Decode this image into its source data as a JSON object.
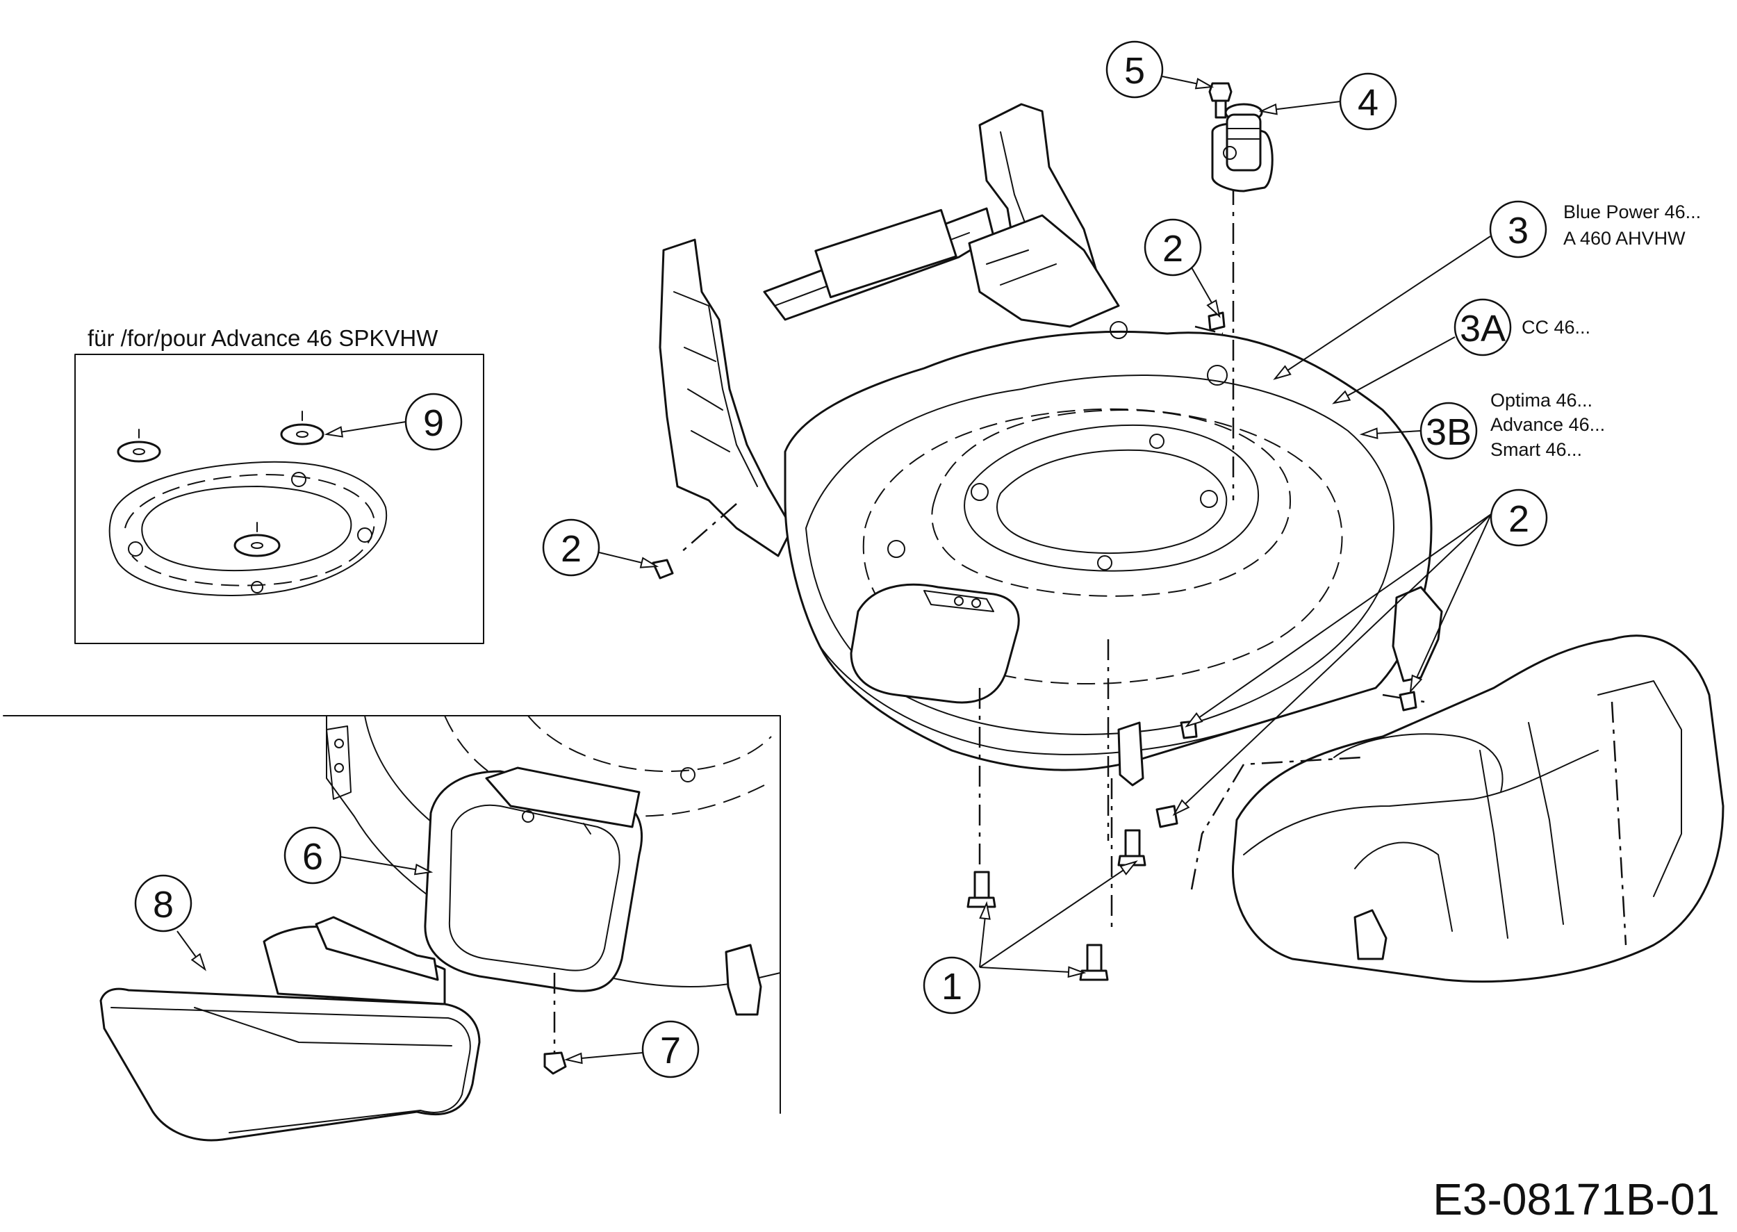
{
  "diagram": {
    "drawing_code": "E3-08171B-01",
    "inset_box": {
      "title": "für /for/pour Advance 46 SPKVHW"
    },
    "callouts": [
      {
        "id": "c1",
        "label": "1"
      },
      {
        "id": "c2a",
        "label": "2"
      },
      {
        "id": "c2b",
        "label": "2"
      },
      {
        "id": "c2c",
        "label": "2"
      },
      {
        "id": "c3",
        "label": "3"
      },
      {
        "id": "c3a",
        "label": "3A"
      },
      {
        "id": "c3b",
        "label": "3B"
      },
      {
        "id": "c4",
        "label": "4"
      },
      {
        "id": "c5",
        "label": "5"
      },
      {
        "id": "c6",
        "label": "6"
      },
      {
        "id": "c7",
        "label": "7"
      },
      {
        "id": "c8",
        "label": "8"
      },
      {
        "id": "c9",
        "label": "9"
      }
    ],
    "model_notes": {
      "c3": [
        "Blue Power 46...",
        "A 460 AHVHW"
      ],
      "c3a": [
        "CC 46..."
      ],
      "c3b": [
        "Optima 46...",
        "Advance 46...",
        "Smart 46..."
      ]
    },
    "arrowheads": {
      "c1": 3,
      "c2a": 1,
      "c2b": 1,
      "c2c": 3,
      "c3": 1,
      "c3a": 1,
      "c3b": 1,
      "c4": 1,
      "c5": 1,
      "c6": 1,
      "c7": 1,
      "c8": 1,
      "c9": 1
    }
  }
}
